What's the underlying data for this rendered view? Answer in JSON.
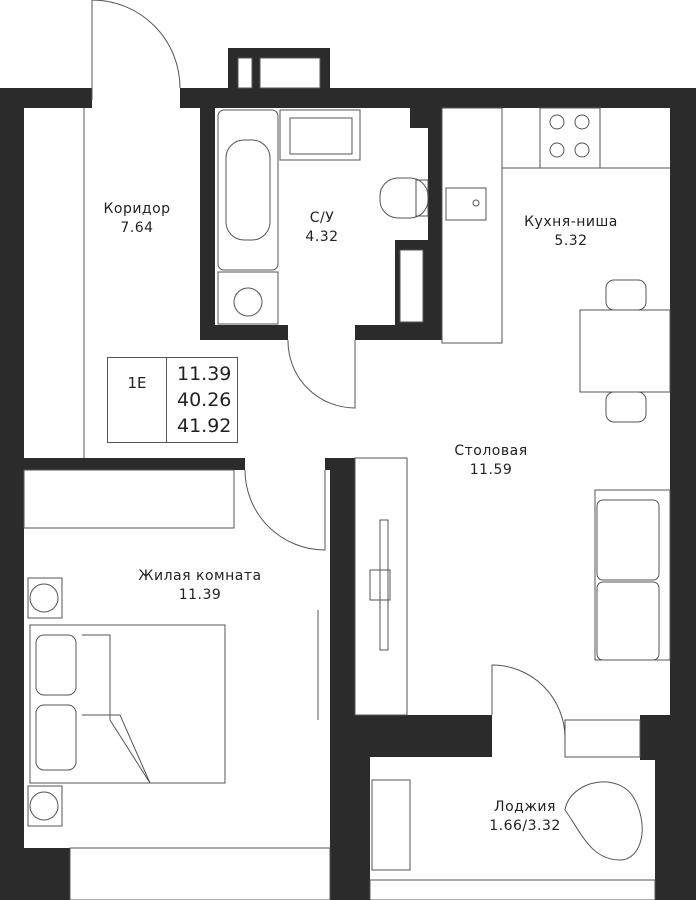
{
  "rooms": [
    {
      "name": "Коридор",
      "area": "7.64"
    },
    {
      "name": "С/У",
      "area": "4.32"
    },
    {
      "name": "Кухня-ниша",
      "area": "5.32"
    },
    {
      "name": "Столовая",
      "area": "11.59"
    },
    {
      "name": "Жилая комната",
      "area": "11.39"
    },
    {
      "name": "Лоджия",
      "area": "1.66/3.32"
    }
  ],
  "apartment": {
    "type": "1E",
    "living_area": "11.39",
    "total_area": "40.26",
    "total_with_loggia": "41.92"
  },
  "colors": {
    "wall": "#2b2b2b",
    "line": "#555555",
    "background": "#ffffff"
  }
}
